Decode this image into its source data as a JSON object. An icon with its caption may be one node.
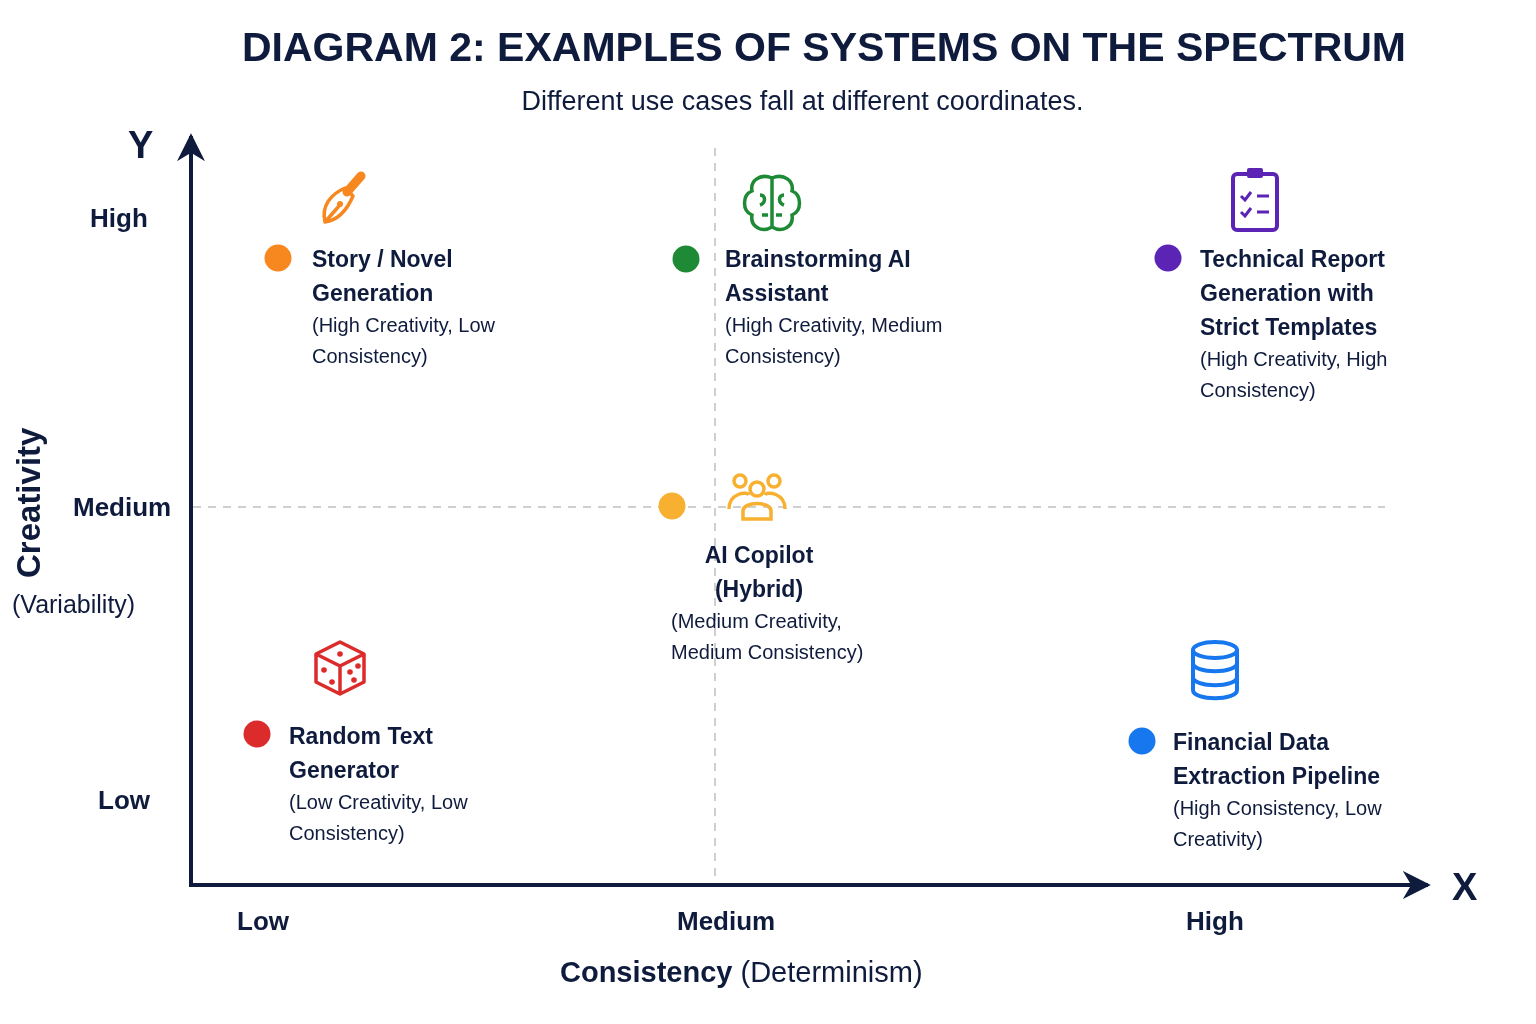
{
  "diagram": {
    "title": "DIAGRAM 2:  EXAMPLES OF SYSTEMS ON THE SPECTRUM",
    "caption": "Different use cases fall at different coordinates.",
    "nodes": [
      {
        "text": [
          "Story / Novel Generation",
          "(High Creativity, Low Consistency)"
        ]
      },
      {
        "text": [
          "Brainstorming AI Assistant",
          "(High Creativity, Medium Consistency)"
        ]
      },
      {
        "text": [
          "Technical Report Generation with Strict Templates",
          "(High Creativity, High Consistency)"
        ]
      },
      {
        "text": [
          "AI Copilot (Hybrid)",
          "(Medium Creativity, Medium Consistency)"
        ]
      },
      {
        "text": [
          "Random Text Generator",
          "(Low Creativity, Low Consistency)"
        ]
      },
      {
        "text": [
          "Financial Data Extraction Pipeline",
          "(High Consistency, Low Creativity)"
        ]
      }
    ],
    "labels": [
      "Y",
      "High",
      "Medium",
      "Creativity",
      "(Variability)",
      "Low",
      "Low",
      "Medium",
      "High",
      "X",
      "**Consistency** (Determinism)"
    ]
  }
}
